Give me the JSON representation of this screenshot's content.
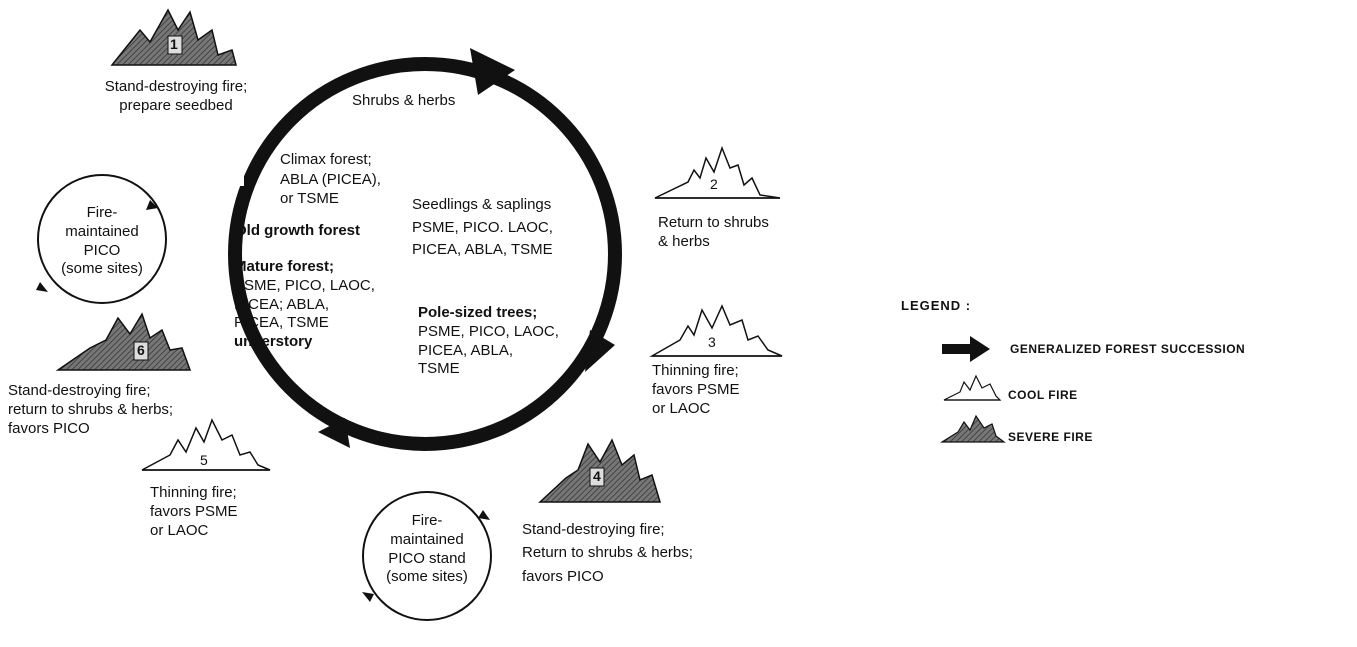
{
  "cycle_stages": {
    "shrubs_herbs": "Shrubs & herbs",
    "seedlings": [
      "Seedlings & saplings",
      "PSME, PICO. LAOC,",
      "PICEA, ABLA, TSME"
    ],
    "pole_sized": [
      "Pole-sized trees;",
      "PSME, PICO, LAOC,",
      "PICEA, ABLA,",
      "TSME"
    ],
    "mature": [
      "Mature forest;",
      "PSME, PICO, LAOC,",
      "PICEA; ABLA,",
      "PICEA, TSME",
      "understory"
    ],
    "old_growth": "Old growth forest",
    "climax": [
      "Climax forest;",
      "ABLA (PICEA),",
      "or TSME"
    ]
  },
  "fires": [
    {
      "number": "1",
      "kind": "severe",
      "text": [
        "Stand-destroying fire;",
        "prepare seedbed"
      ]
    },
    {
      "number": "2",
      "kind": "cool",
      "text": [
        "Return to shrubs",
        "& herbs"
      ]
    },
    {
      "number": "3",
      "kind": "cool",
      "text": [
        "Thinning fire;",
        "favors PSME",
        "or LAOC"
      ]
    },
    {
      "number": "4",
      "kind": "severe",
      "text": [
        "Stand-destroying fire;",
        "Return to shrubs & herbs;",
        "favors PICO"
      ]
    },
    {
      "number": "5",
      "kind": "cool",
      "text": [
        "Thinning fire;",
        "favors PSME",
        "or LAOC"
      ]
    },
    {
      "number": "6",
      "kind": "severe",
      "text": [
        "Stand-destroying fire;",
        "return to shrubs & herbs;",
        "favors PICO"
      ]
    }
  ],
  "side_loops": {
    "left": [
      "Fire-",
      "maintained",
      "PICO",
      "(some sites)"
    ],
    "bottom": [
      "Fire-",
      "maintained",
      "PICO stand",
      "(some sites)"
    ]
  },
  "legend": {
    "title": "LEGEND :",
    "items": [
      {
        "symbol": "arrow",
        "label": "GENERALIZED FOREST SUCCESSION"
      },
      {
        "symbol": "cool-fire",
        "label": "COOL FIRE"
      },
      {
        "symbol": "severe-fire",
        "label": "SEVERE FIRE"
      }
    ]
  },
  "colors": {
    "ink": "#111111",
    "fill_severe": "#555555",
    "background": "#ffffff"
  }
}
